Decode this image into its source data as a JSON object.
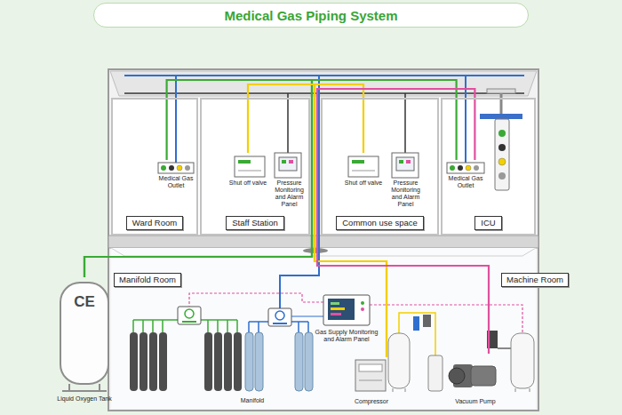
{
  "diagram": {
    "title": "Medical Gas Piping System",
    "nodes": [
      {
        "text": [
          "Ward Room"
        ]
      },
      {
        "text": [
          "Medical Gas Outlet"
        ],
        "in": 0
      },
      {
        "text": [
          "Staff Station"
        ]
      },
      {
        "text": [
          "Shut off valve"
        ],
        "in": 2
      },
      {
        "text": [
          "Pressure Monitoring and Alarm Panel"
        ],
        "in": 2
      },
      {
        "text": [
          "Common use space"
        ]
      },
      {
        "text": [
          "Shut off valve"
        ],
        "in": 5
      },
      {
        "text": [
          "Pressure Monitoring and Alarm Panel"
        ],
        "in": 5
      },
      {
        "text": [
          "ICU"
        ]
      },
      {
        "text": [
          "Medical Gas Outlet"
        ],
        "in": 8
      },
      {
        "text": [
          "Manifold Room"
        ]
      },
      {
        "text": [
          "Machine Room"
        ]
      },
      {
        "text": [
          "CE",
          "Liquid Oxygen Tank"
        ]
      },
      {
        "text": [
          "Gas Supply Monitoring and Alarm Panel"
        ]
      },
      {
        "text": [
          "Compressor"
        ]
      },
      {
        "text": [
          "Vacuum Pump"
        ]
      }
    ],
    "edges": [
      {
        "from": 12,
        "to": 1,
        "arrow": "none"
      },
      {
        "from": 12,
        "to": 9,
        "arrow": "none"
      },
      {
        "from": 14,
        "to": 3,
        "arrow": "none"
      },
      {
        "from": 14,
        "to": 6,
        "arrow": "none"
      },
      {
        "from": 15,
        "to": 9,
        "arrow": "none"
      }
    ],
    "labels": [
      "Manifold"
    ]
  }
}
